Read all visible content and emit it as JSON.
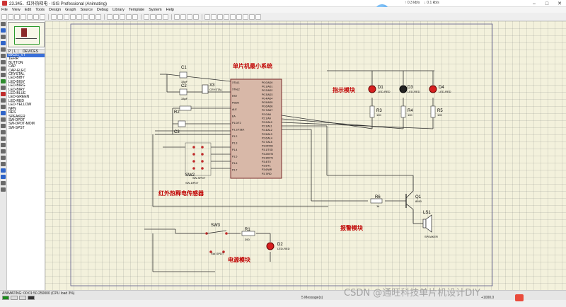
{
  "window": {
    "title": "23.345、红外热释电 - ISIS Professional (Animating)",
    "netinfo": [
      "↑ 0.3 kb/s",
      "↓ 0.1 kb/s"
    ]
  },
  "menu": [
    "File",
    "View",
    "Edit",
    "Tools",
    "Design",
    "Graph",
    "Source",
    "Debug",
    "Library",
    "Template",
    "System",
    "Help"
  ],
  "device_panel": {
    "tab_p": "P",
    "tab_l": "L",
    "header": "DEVICES",
    "items": [
      "89C51_VT",
      "1EFIR",
      "BUTTON",
      "CAP",
      "CAP-ELEC",
      "CRYSTAL",
      "LED-BIBY",
      "LED-BIGY",
      "LED-BIRG",
      "LED-BIRY",
      "LED-BLUE",
      "LED-GREEN",
      "LED-RED",
      "LED-YELLOW",
      "NPN",
      "RES",
      "SPEAKER",
      "SW-DPDT",
      "SW-DPDT-MOM",
      "SW-SPST"
    ]
  },
  "schematic": {
    "labels": {
      "mcu_section": "单片机最小系统",
      "indicator_section": "指示模块",
      "pir_section": "红外热释电传感器",
      "alarm_section": "报警模块",
      "power_section": "电源模块"
    },
    "components": {
      "c1": "C1",
      "c1_val": "33pF",
      "c2": "C2",
      "c2_val": "33pF",
      "c3": "C3",
      "x3": "X3",
      "x3_val": "CRYSTAL",
      "r2": "R2",
      "sw1_val": "SW-DPDT",
      "sw2": "SW2",
      "sw2_val": "SW-SPDT",
      "sw3": "SW3",
      "sw3_val": "SW-SPDT",
      "r1": "R1",
      "r1_val": "390",
      "d2": "D2",
      "d2_val": "LED-RED",
      "d1": "D1",
      "d3": "D3",
      "d4": "D4",
      "led_val": "LED-RED",
      "r3": "R3",
      "r4": "R4",
      "r5": "R5",
      "r_val": "100",
      "r6": "R6",
      "r6_val": "1k",
      "q1": "Q1",
      "q1_val": "8550",
      "ls1": "LS1",
      "ls1_val": "SPEAKER"
    },
    "mcu_pins_left": [
      "XTAL1",
      "XTAL2",
      "RST",
      "PSEN",
      "ALE",
      "EA",
      "P1.0/T2",
      "P1.1/T2EX",
      "P1.2",
      "P1.3",
      "P1.4",
      "P1.5",
      "P1.6",
      "P1.7"
    ],
    "mcu_pins_right": [
      "P0.0/AD0",
      "P0.1/AD1",
      "P0.2/AD2",
      "P0.3/AD3",
      "P0.4/AD4",
      "P0.5/AD5",
      "P0.6/AD6",
      "P0.7/AD7",
      "P2.0/A8",
      "P2.1/A9",
      "P2.2/A10",
      "P2.3/A11",
      "P2.4/A12",
      "P2.5/A13",
      "P2.6/A14",
      "P2.7/A15",
      "P3.0/RXD",
      "P3.1/TXD",
      "P3.2/INT0",
      "P3.3/INT1",
      "P3.4/T0",
      "P3.5/T1",
      "P3.6/WR",
      "P3.7/RD"
    ]
  },
  "status": {
    "animating": "ANIMATING: 00:01:50.250000 (CPU load 3%)",
    "messages": "5 Message(s)",
    "coords": "+1000.0"
  },
  "watermark": "CSDN @通旺科技单片机设计DIY"
}
